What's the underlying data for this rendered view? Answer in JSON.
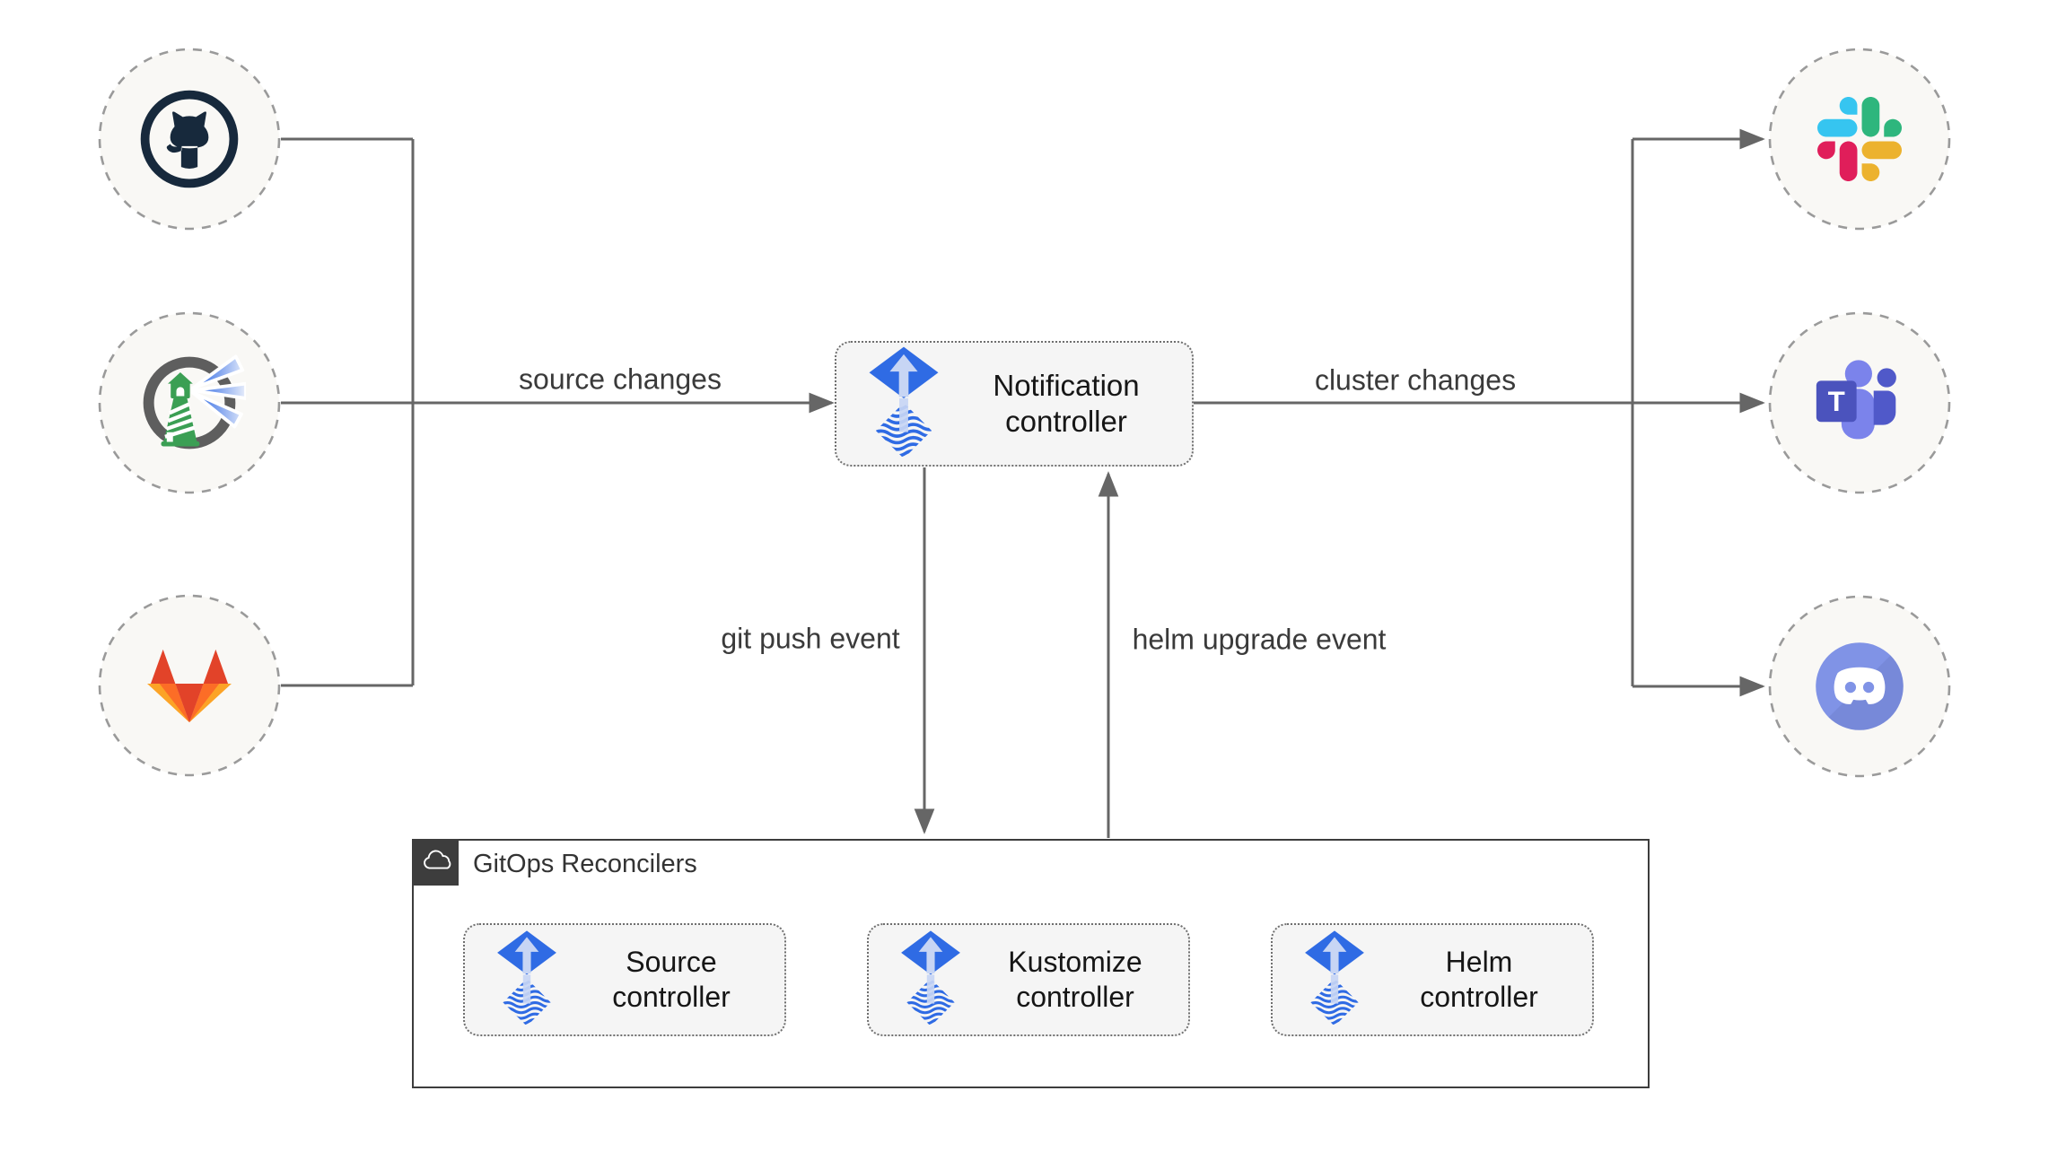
{
  "edge_labels": {
    "source_changes": "source changes",
    "cluster_changes": "cluster changes",
    "git_push_event": "git push event",
    "helm_upgrade_event": "helm upgrade event"
  },
  "nodes": {
    "notification_controller": {
      "label": "Notification controller",
      "icon": "flux-icon"
    },
    "sources": [
      {
        "icon": "github-icon"
      },
      {
        "icon": "harbor-icon"
      },
      {
        "icon": "gitlab-icon"
      }
    ],
    "alerts": [
      {
        "icon": "slack-icon"
      },
      {
        "icon": "microsoft-teams-icon",
        "letter": "T"
      },
      {
        "icon": "discord-icon"
      }
    ]
  },
  "gitops_group": {
    "title": "GitOps Reconcilers",
    "icon": "cloud-icon",
    "controllers": [
      {
        "label": "Source controller",
        "icon": "flux-icon"
      },
      {
        "label": "Kustomize controller",
        "icon": "flux-icon"
      },
      {
        "label": "Helm controller",
        "icon": "flux-icon"
      }
    ]
  },
  "colors": {
    "line": "#666666",
    "box_fill": "#f5f5f5",
    "box_border": "#6f6f6f",
    "circle_fill": "#f9f8f5",
    "circle_border": "#9a9a9a",
    "group_border": "#3d3d3d",
    "flux_blue": "#2f6be4",
    "flux_light": "#c7d5f4",
    "github_dark": "#17293c",
    "harbor_green": "#3b9f54",
    "harbor_ring": "#5e5e5e",
    "gitlab_red": "#e24329",
    "gitlab_orange": "#fc6d26",
    "gitlab_yellow": "#fca326",
    "slack_blue": "#36C5F0",
    "slack_green": "#2EB67D",
    "slack_yellow": "#ECB22E",
    "slack_pink": "#E01E5A",
    "teams_indigo": "#4b53bd",
    "teams_light": "#7b83eb",
    "teams_dark": "#5059c9",
    "discord_blurple": "#8093e6"
  }
}
